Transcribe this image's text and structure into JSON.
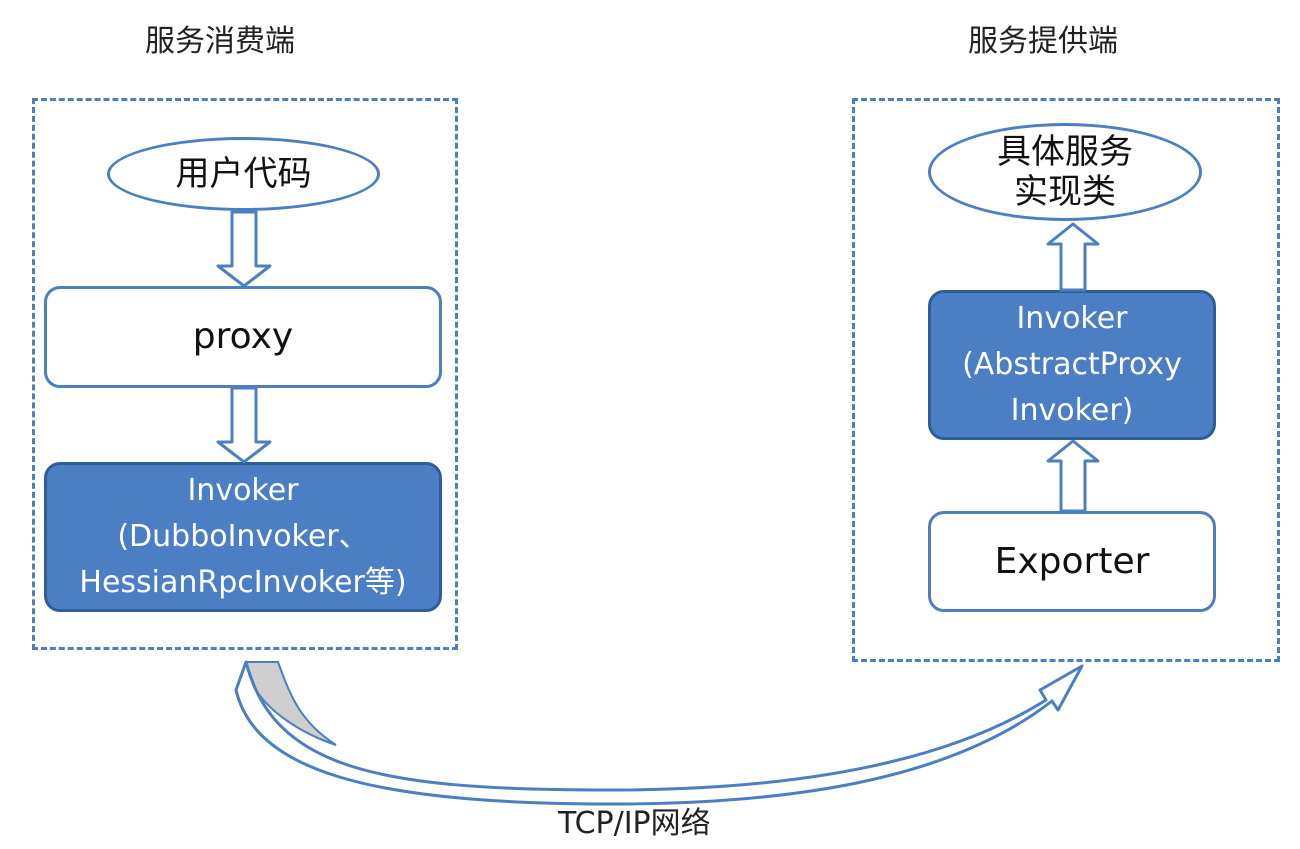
{
  "consumer": {
    "title": "服务消费端",
    "user_code": "用户代码",
    "proxy": "proxy",
    "invoker": "Invoker\n(DubboInvoker、\nHessianRpcInvoker等)"
  },
  "provider": {
    "title": "服务提供端",
    "service_impl": "具体服务\n实现类",
    "invoker": "Invoker\n(AbstractProxy\nInvoker)",
    "exporter": "Exporter"
  },
  "network": {
    "label": "TCP/IP网络"
  },
  "colors": {
    "accent": "#4a7fc1",
    "invoker_fill": "#4b7ec4",
    "network_arrow_fill": "#cfcfcf"
  }
}
